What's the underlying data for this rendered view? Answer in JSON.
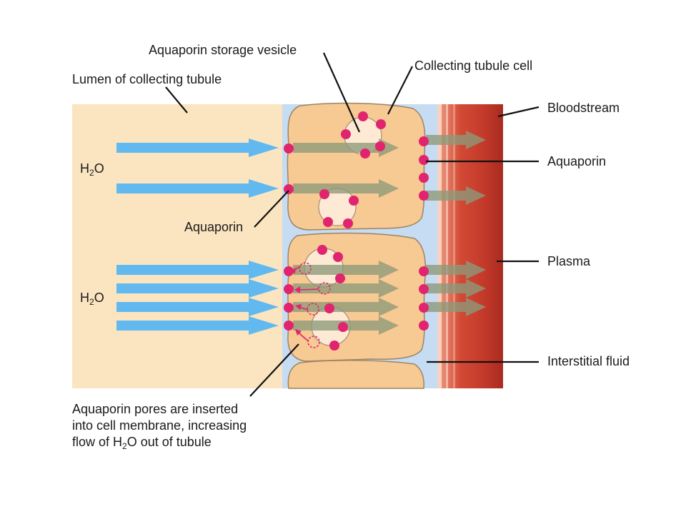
{
  "labels": {
    "vesicle": "Aquaporin storage vesicle",
    "cell": "Collecting tubule cell",
    "lumen": "Lumen of collecting tubule",
    "bloodstream": "Bloodstream",
    "aquaporin_right": "Aquaporin",
    "aquaporin_left": "Aquaporin",
    "plasma": "Plasma",
    "interstitial": "Interstitial fluid",
    "water_top": {
      "main": "H",
      "sub": "2",
      "tail": "O"
    },
    "water_bottom": {
      "main": "H",
      "sub": "2",
      "tail": "O"
    },
    "caption": {
      "line1": "Aquaporin pores are inserted",
      "line2": "into cell membrane, increasing",
      "line3_a": "flow of H",
      "line3_sub": "2",
      "line3_b": "O out of tubule"
    }
  },
  "colors": {
    "lumen": "#fbe5c0",
    "cell": "#f7c993",
    "cell_outline": "#9c8464",
    "interstitial": "#c6dcf2",
    "blood_dark": "#c5392a",
    "blood_light": "#e2725c",
    "aquaporin": "#e1246e",
    "water_arrow": "#62b9ef",
    "flow_arrow": "#8d9a7a",
    "leader": "#111111"
  }
}
